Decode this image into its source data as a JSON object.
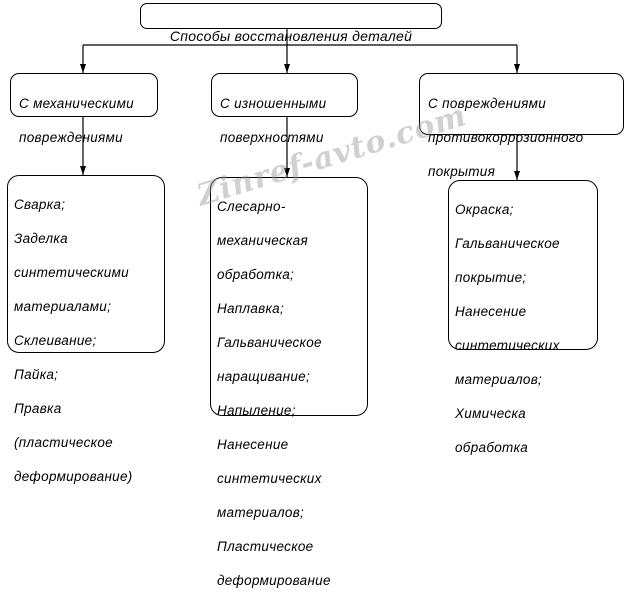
{
  "root": {
    "label": "Способы восстановления деталей"
  },
  "categories": [
    {
      "lines": [
        "С механическими",
        "повреждениями"
      ],
      "items": [
        "Сварка;",
        "Заделка",
        "синтетическими",
        "материалами;",
        "Склеивание;",
        "Пайка;",
        "Правка",
        "(пластическое",
        "деформирование)"
      ]
    },
    {
      "lines": [
        "С изношенными",
        "поверхностями"
      ],
      "items": [
        "Слесарно-",
        "механическая",
        "обработка;",
        "Наплавка;",
        "Гальваническое",
        "наращивание;",
        "Напыление;",
        "Нанесение",
        "синтетических",
        "материалов;",
        "Пластическое",
        "деформирование"
      ]
    },
    {
      "lines": [
        "С повреждениями",
        "противокоррозионного",
        "покрытия"
      ],
      "items": [
        "Окраска;",
        "Гальваническое",
        "покрытие;",
        "Нанесение",
        "синтетических",
        "материалов;",
        "Химическа",
        "обработка"
      ]
    }
  ],
  "watermark": "Zinref-avto.com",
  "colors": {
    "line": "#000000",
    "watermark": "#969696"
  }
}
